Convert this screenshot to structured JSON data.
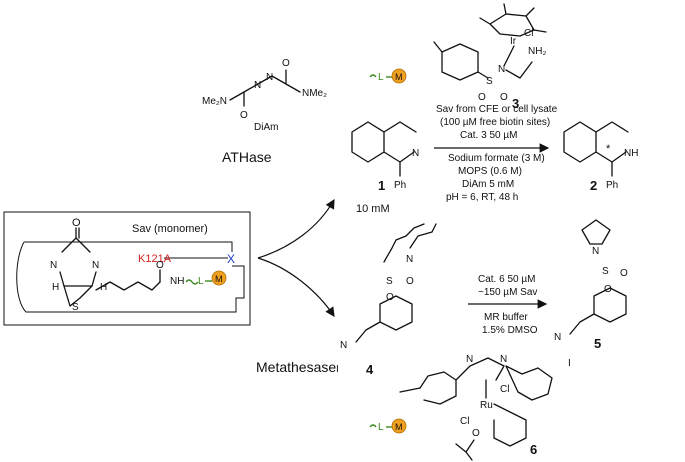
{
  "labels": {
    "athase": "ATHase",
    "metathesase": "Metathesase",
    "sav_monomer": "Sav (monomer)",
    "k121a": "K121A",
    "x": "X",
    "nh": "NH",
    "l": "L",
    "m": "M",
    "diam_name": "DiAm",
    "diam_nme2_left": "Me₂N",
    "diam_nme2_right": "NMe₂",
    "o": "O",
    "n": "N",
    "h": "H",
    "s": "S",
    "ph": "Ph",
    "ir": "Ir",
    "cl": "Cl",
    "nh2": "NH₂",
    "ru": "Ru",
    "nh_product": "NH",
    "star": "*",
    "n_plus": "N",
    "i_minus": "I",
    "conc_substrate": "10 mM"
  },
  "compounds": {
    "c1": "1",
    "c2": "2",
    "c3": "3",
    "c4": "4",
    "c5": "5",
    "c6": "6"
  },
  "conditions_athase": [
    "Sav from CFE or cell lysate",
    "(100 µM free biotin sites)",
    "Cat. 3 50 µM",
    "Sodium formate (3 M)",
    "MOPS (0.6 M)",
    "DiAm 5 mM",
    "pH = 6, RT, 48 h"
  ],
  "conditions_metathesis": [
    "Cat. 6 50 µM",
    "~150 µM Sav",
    "MR buffer",
    "1.5% DMSO"
  ],
  "colors": {
    "k121a": "#d62020",
    "x": "#1f3fd0",
    "linker": "#3a8a1f",
    "metal": "#f0a020",
    "metal_stroke": "#b36f00"
  }
}
